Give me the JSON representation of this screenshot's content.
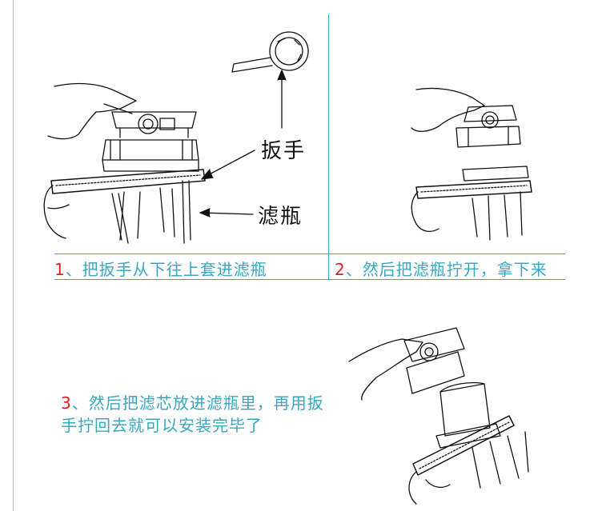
{
  "labels": {
    "wrench": "扳手",
    "bottle": "滤瓶"
  },
  "steps": [
    {
      "number": "1",
      "text": "、把扳手从下往上套进滤瓶"
    },
    {
      "number": "2",
      "text": "、然后把滤瓶拧开，拿下来"
    },
    {
      "number": "3",
      "text": "、然后把滤芯放进滤瓶里，再用扳手拧回去就可以安装完毕了"
    }
  ],
  "colors": {
    "accent": "#3aa7c2",
    "number": "#e02020",
    "ink": "#111111"
  }
}
